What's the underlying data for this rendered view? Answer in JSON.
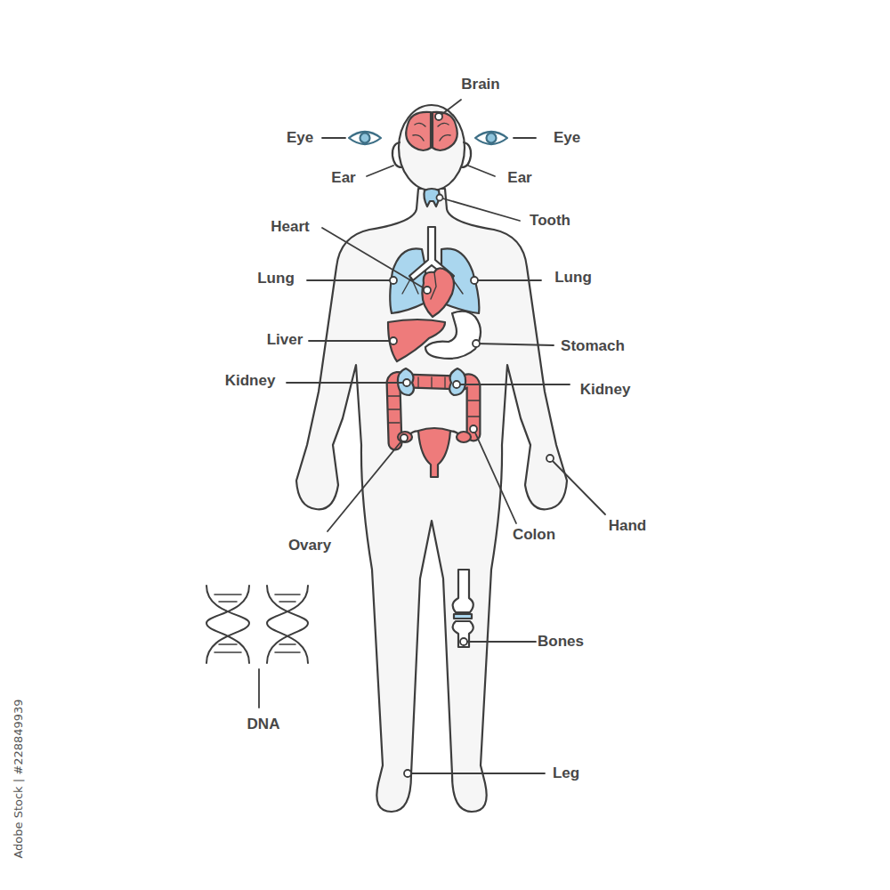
{
  "diagram": {
    "labels": [
      "Brain",
      "Eye",
      "Eye",
      "Ear",
      "Ear",
      "Tooth",
      "Heart",
      "Lung",
      "Lung",
      "Liver",
      "Stomach",
      "Kidney",
      "Kidney",
      "Ovary",
      "Colon",
      "Hand",
      "Bones",
      "DNA",
      "Leg",
      "Adobe Stock | #228849939"
    ]
  }
}
